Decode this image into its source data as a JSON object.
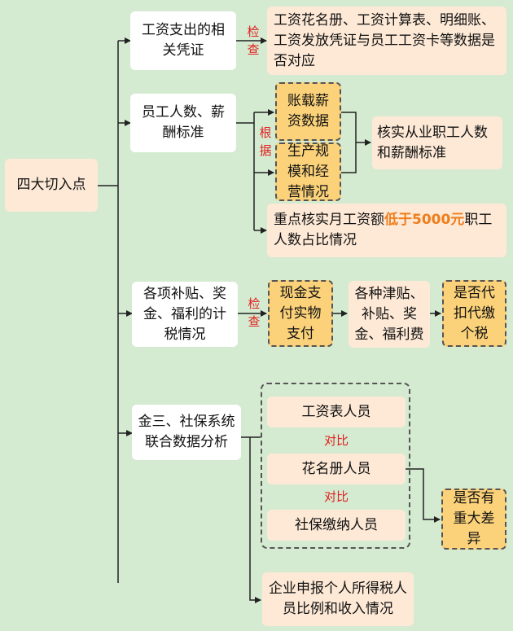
{
  "root": "四大切入点",
  "b1": {
    "label": "工资支出的相关凭证",
    "connector": "检查",
    "target": "工资花名册、工资计算表、明细账、工资发放凭证与员工工资卡等数据是否对应"
  },
  "b2": {
    "label": "员工人数、薪酬标准",
    "connector": "根据",
    "source1": "账载薪资数据",
    "source2": "生产规模和经营情况",
    "result": "核实从业职工人数和薪酬标准",
    "note_pre": "重点核实月工资额",
    "note_hl": "低于5000元",
    "note_post": "职工人数占比情况"
  },
  "b3": {
    "label": "各项补贴、奖金、福利的计税情况",
    "connector": "检查",
    "pay": "现金支付实物支付",
    "items": "各种津贴、补贴、奖金、福利费",
    "result": "是否代扣代缴个税"
  },
  "b4": {
    "label": "金三、社保系统联合数据分析",
    "list1": "工资表人员",
    "compare1": "对比",
    "list2": "花名册人员",
    "compare2": "对比",
    "list3": "社保缴纳人员",
    "result": "是否有重大差异",
    "extra": "企业申报个人所得税人员比例和收入情况"
  }
}
